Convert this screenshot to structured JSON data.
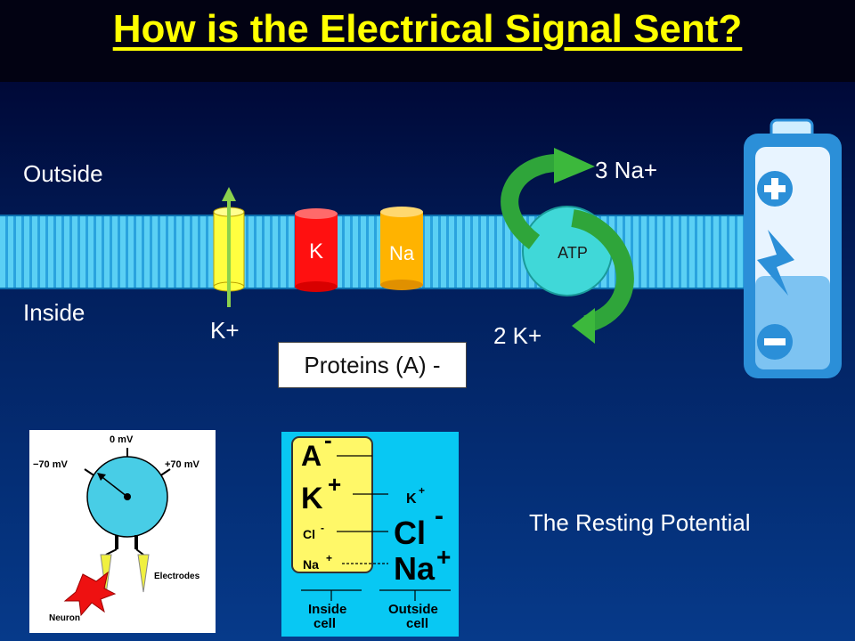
{
  "title": "How is the Electrical Signal Sent?",
  "labels": {
    "outside": "Outside",
    "inside": "Inside",
    "k_plus": "K+",
    "three_na": "3 Na+",
    "two_k": "2 K+",
    "proteins": "Proteins (A) -",
    "resting": "The Resting Potential"
  },
  "channels": {
    "k": "K",
    "na": "Na",
    "atp": "ATP"
  },
  "neuron_panel": {
    "zero": "0 mV",
    "neg70": "−70 mV",
    "pos70": "+70 mV",
    "electrodes": "Electrodes",
    "neuron": "Neuron"
  },
  "ion_panel": {
    "a": "A",
    "a_sign": "-",
    "k": "K",
    "k_sign": "+",
    "cl_small": "Cl",
    "cl_small_sign": "-",
    "na_small": "Na",
    "na_small_sign": "+",
    "k_small": "K",
    "k_small_sign": "+",
    "cl_big": "Cl",
    "cl_big_sign": "-",
    "na_big": "Na",
    "na_big_sign": "+",
    "inside_1": "Inside",
    "inside_2": "cell",
    "outside_1": "Outside",
    "outside_2": "cell"
  },
  "colors": {
    "title": "#ffff00",
    "membrane": "#5bd0f4",
    "k_channel": "#ff1010",
    "na_channel": "#ffb300",
    "leak_channel": "#ffff40",
    "pump": "#40d8d8",
    "arrow_green": "#3cb83c",
    "battery": "#2b8fd8"
  },
  "icons": [
    "battery-icon",
    "plus-icon",
    "minus-icon",
    "lightning-icon"
  ]
}
